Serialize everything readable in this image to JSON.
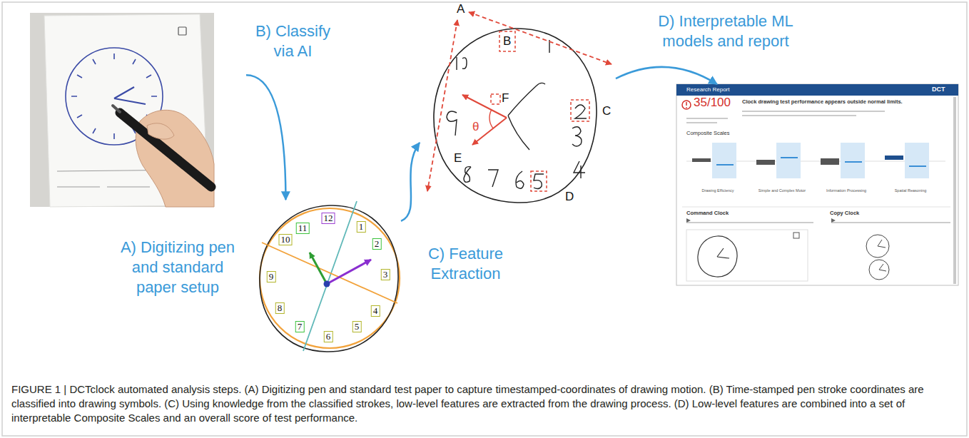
{
  "diagram": {
    "caption": "FIGURE 1 | DCTclock automated analysis steps. (A) Digitizing pen and standard test paper to capture timestamped-coordinates of drawing motion. (B) Time-stamped pen stroke coordinates are classified into drawing symbols. (C) Using knowledge from the classified strokes, low-level features are extracted from the drawing process. (D) Low-level features are combined into a set of interpretable Composite Scales and an overall score of test performance.",
    "nodes": [
      {
        "text": [
          "A) Digitizing pen and standard paper setup"
        ]
      },
      {
        "text": [
          "12",
          "1",
          "2",
          "3",
          "4",
          "5",
          "6",
          "7",
          "8",
          "9",
          "10",
          "11"
        ]
      },
      {
        "text": [
          "A",
          "B",
          "C",
          "D",
          "E",
          "F",
          "θ"
        ]
      },
      {
        "text": [
          "Research Report",
          "DCT",
          "35/100",
          "Clock drawing test performance appears outside normal limits.",
          "Composite Scales",
          "Drawing Efficiency",
          "Simple and Complex Motor",
          "Information Processing",
          "Spatial Reasoning",
          "Command Clock",
          "Copy Clock"
        ]
      }
    ],
    "edges": [
      {
        "from": 0,
        "to": 1,
        "arrow": "to",
        "label": "B) Classify via AI"
      },
      {
        "from": 1,
        "to": 2,
        "arrow": "to",
        "label": "C) Feature Extraction"
      },
      {
        "from": 2,
        "to": 3,
        "arrow": "to",
        "label": "D) Interpretable ML models and report"
      }
    ]
  }
}
